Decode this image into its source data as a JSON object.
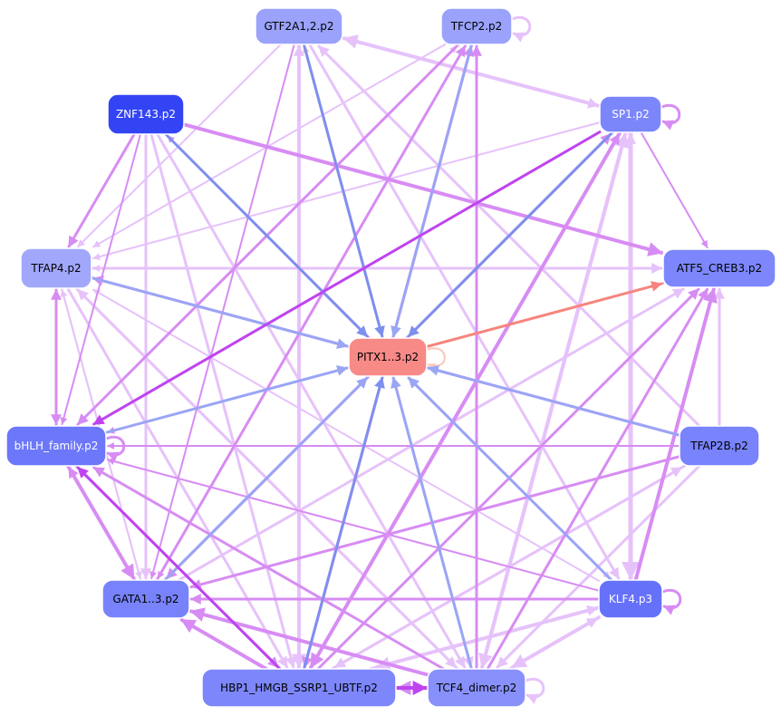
{
  "diagram": {
    "type": "directed-network",
    "nodes": [
      {
        "id": "GTF2A1",
        "label": "GTF2A1,2.p2",
        "color": "#9aa2fb",
        "text": "#000000"
      },
      {
        "id": "TFCP2",
        "label": "TFCP2.p2",
        "color": "#9aa2fb",
        "text": "#000000"
      },
      {
        "id": "SP1",
        "label": "SP1.p2",
        "color": "#7c86fb",
        "text": "#ffffff"
      },
      {
        "id": "ZNF143",
        "label": "ZNF143.p2",
        "color": "#3344f5",
        "text": "#ffffff"
      },
      {
        "id": "TFAP4",
        "label": "TFAP4.p2",
        "color": "#a1a8fb",
        "text": "#000000"
      },
      {
        "id": "ATF5",
        "label": "ATF5_CREB3.p2",
        "color": "#7d87fb",
        "text": "#000000"
      },
      {
        "id": "PITX1",
        "label": "PITX1..3.p2",
        "color": "#f78a87",
        "text": "#000000"
      },
      {
        "id": "BHLH",
        "label": "bHLH_family.p2",
        "color": "#6c77fa",
        "text": "#ffffff"
      },
      {
        "id": "TFAP2B",
        "label": "TFAP2B.p2",
        "color": "#7983fb",
        "text": "#000000"
      },
      {
        "id": "GATA1",
        "label": "GATA1..3.p2",
        "color": "#7883fb",
        "text": "#000000"
      },
      {
        "id": "KLF4",
        "label": "KLF4.p3",
        "color": "#6671fa",
        "text": "#ffffff"
      },
      {
        "id": "HBP1",
        "label": "HBP1_HMGB_SSRP1_UBTF.p2",
        "color": "#7d87fb",
        "text": "#000000"
      },
      {
        "id": "TCF4",
        "label": "TCF4_dimer.p2",
        "color": "#8890fb",
        "text": "#000000"
      }
    ],
    "edge_colors": {
      "light_violet": "#e6c2fa",
      "violet": "#d78cf3",
      "strong_violet": "#bf44ef",
      "blue": "#9aa5f5",
      "strong_blue": "#7f8fee",
      "salmon": "#f6857d",
      "peach": "#fac7b9"
    },
    "edges": [
      {
        "from": "GTF2A1",
        "to": "PITX1",
        "color": "strong_blue",
        "width": 3
      },
      {
        "from": "GTF2A1",
        "to": "GATA1",
        "color": "violet",
        "width": 2
      },
      {
        "from": "GTF2A1",
        "to": "HBP1",
        "color": "light_violet",
        "width": 4
      },
      {
        "from": "GTF2A1",
        "to": "TCF4",
        "color": "light_violet",
        "width": 3
      },
      {
        "from": "GTF2A1",
        "to": "KLF4",
        "color": "light_violet",
        "width": 3
      },
      {
        "from": "GTF2A1",
        "to": "TFAP4",
        "color": "light_violet",
        "width": 2
      },
      {
        "from": "GTF2A1",
        "to": "SP1",
        "color": "light_violet",
        "width": 3
      },
      {
        "from": "TFCP2",
        "to": "PITX1",
        "color": "blue",
        "width": 3
      },
      {
        "from": "TFCP2",
        "to": "BHLH",
        "color": "violet",
        "width": 3
      },
      {
        "from": "TFCP2",
        "to": "GATA1",
        "color": "violet",
        "width": 2
      },
      {
        "from": "TFCP2",
        "to": "HBP1",
        "color": "violet",
        "width": 3
      },
      {
        "from": "TFCP2",
        "to": "TFAP4",
        "color": "light_violet",
        "width": 2
      },
      {
        "from": "TFCP2",
        "to": "TFCP2",
        "color": "light_violet",
        "width": 3
      },
      {
        "from": "PITX1",
        "to": "TFCP2",
        "color": "peach",
        "width": 2
      },
      {
        "from": "PITX1",
        "to": "GTF2A1",
        "color": "peach",
        "width": 2
      },
      {
        "from": "PITX1",
        "to": "PITX1",
        "color": "peach",
        "width": 2
      },
      {
        "from": "SP1",
        "to": "GTF2A1",
        "color": "light_violet",
        "width": 4
      },
      {
        "from": "SP1",
        "to": "SP1",
        "color": "violet",
        "width": 3
      },
      {
        "from": "SP1",
        "to": "PITX1",
        "color": "strong_blue",
        "width": 3
      },
      {
        "from": "SP1",
        "to": "BHLH",
        "color": "strong_violet",
        "width": 3
      },
      {
        "from": "SP1",
        "to": "HBP1",
        "color": "violet",
        "width": 4
      },
      {
        "from": "SP1",
        "to": "TCF4",
        "color": "light_violet",
        "width": 4
      },
      {
        "from": "SP1",
        "to": "KLF4",
        "color": "light_violet",
        "width": 5
      },
      {
        "from": "SP1",
        "to": "ATF5",
        "color": "violet",
        "width": 2
      },
      {
        "from": "SP1",
        "to": "GATA1",
        "color": "violet",
        "width": 3
      },
      {
        "from": "SP1",
        "to": "TFAP4",
        "color": "light_violet",
        "width": 2
      },
      {
        "from": "ZNF143",
        "to": "PITX1",
        "color": "strong_blue",
        "width": 3
      },
      {
        "from": "ZNF143",
        "to": "TFAP4",
        "color": "violet",
        "width": 3
      },
      {
        "from": "ZNF143",
        "to": "BHLH",
        "color": "violet",
        "width": 2
      },
      {
        "from": "ZNF143",
        "to": "GATA1",
        "color": "light_violet",
        "width": 3
      },
      {
        "from": "ZNF143",
        "to": "HBP1",
        "color": "light_violet",
        "width": 3
      },
      {
        "from": "ZNF143",
        "to": "TCF4",
        "color": "light_violet",
        "width": 3
      },
      {
        "from": "ZNF143",
        "to": "ATF5",
        "color": "violet",
        "width": 4
      },
      {
        "from": "ZNF143",
        "to": "KLF4",
        "color": "light_violet",
        "width": 2
      },
      {
        "from": "TFAP4",
        "to": "PITX1",
        "color": "blue",
        "width": 3
      },
      {
        "from": "TFAP4",
        "to": "BHLH",
        "color": "violet",
        "width": 3
      },
      {
        "from": "TFAP4",
        "to": "HBP1",
        "color": "light_violet",
        "width": 3
      },
      {
        "from": "TFAP4",
        "to": "TCF4",
        "color": "light_violet",
        "width": 3
      },
      {
        "from": "TFAP4",
        "to": "ATF5",
        "color": "light_violet",
        "width": 3
      },
      {
        "from": "TFAP4",
        "to": "GATA1",
        "color": "light_violet",
        "width": 2
      },
      {
        "from": "ATF5",
        "to": "TFAP4",
        "color": "light_violet",
        "width": 2
      },
      {
        "from": "ATF5",
        "to": "BHLH",
        "color": "violet",
        "width": 2
      },
      {
        "from": "PITX1",
        "to": "ATF5",
        "color": "salmon",
        "width": 3
      },
      {
        "from": "BHLH",
        "to": "PITX1",
        "color": "blue",
        "width": 3
      },
      {
        "from": "BHLH",
        "to": "BHLH",
        "color": "violet",
        "width": 3
      },
      {
        "from": "BHLH",
        "to": "GATA1",
        "color": "violet",
        "width": 4
      },
      {
        "from": "BHLH",
        "to": "HBP1",
        "color": "violet",
        "width": 3
      },
      {
        "from": "BHLH",
        "to": "TFAP4",
        "color": "violet",
        "width": 3
      },
      {
        "from": "BHLH",
        "to": "TFCP2",
        "color": "light_violet",
        "width": 2
      },
      {
        "from": "TFAP2B",
        "to": "PITX1",
        "color": "blue",
        "width": 3
      },
      {
        "from": "TFAP2B",
        "to": "TFAP4",
        "color": "violet",
        "width": 3
      },
      {
        "from": "TFAP2B",
        "to": "BHLH",
        "color": "violet",
        "width": 2
      },
      {
        "from": "TFAP2B",
        "to": "GATA1",
        "color": "violet",
        "width": 3
      },
      {
        "from": "TFAP2B",
        "to": "HBP1",
        "color": "light_violet",
        "width": 3
      },
      {
        "from": "TFAP2B",
        "to": "TCF4",
        "color": "light_violet",
        "width": 3
      },
      {
        "from": "TFAP2B",
        "to": "ATF5",
        "color": "light_violet",
        "width": 3
      },
      {
        "from": "TFAP2B",
        "to": "GTF2A1",
        "color": "light_violet",
        "width": 3
      },
      {
        "from": "GATA1",
        "to": "PITX1",
        "color": "blue",
        "width": 3
      },
      {
        "from": "GATA1",
        "to": "BHLH",
        "color": "violet",
        "width": 3
      },
      {
        "from": "GATA1",
        "to": "TFAP4",
        "color": "light_violet",
        "width": 2
      },
      {
        "from": "GATA1",
        "to": "TFCP2",
        "color": "violet",
        "width": 3
      },
      {
        "from": "GATA1",
        "to": "SP1",
        "color": "violet",
        "width": 3
      },
      {
        "from": "GATA1",
        "to": "ATF5",
        "color": "light_violet",
        "width": 3
      },
      {
        "from": "KLF4",
        "to": "PITX1",
        "color": "blue",
        "width": 3
      },
      {
        "from": "KLF4",
        "to": "KLF4",
        "color": "violet",
        "width": 3
      },
      {
        "from": "KLF4",
        "to": "ATF5",
        "color": "violet",
        "width": 4
      },
      {
        "from": "KLF4",
        "to": "GATA1",
        "color": "violet",
        "width": 3
      },
      {
        "from": "KLF4",
        "to": "HBP1",
        "color": "light_violet",
        "width": 4
      },
      {
        "from": "KLF4",
        "to": "TCF4",
        "color": "light_violet",
        "width": 4
      },
      {
        "from": "KLF4",
        "to": "BHLH",
        "color": "violet",
        "width": 2
      },
      {
        "from": "KLF4",
        "to": "ZNF143",
        "color": "violet",
        "width": 2
      },
      {
        "from": "KLF4",
        "to": "SP1",
        "color": "light_violet",
        "width": 3
      },
      {
        "from": "KLF4",
        "to": "TFAP4",
        "color": "light_violet",
        "width": 2
      },
      {
        "from": "HBP1",
        "to": "PITX1",
        "color": "strong_blue",
        "width": 3
      },
      {
        "from": "HBP1",
        "to": "TCF4",
        "color": "strong_violet",
        "width": 4
      },
      {
        "from": "HBP1",
        "to": "BHLH",
        "color": "strong_violet",
        "width": 3
      },
      {
        "from": "HBP1",
        "to": "GATA1",
        "color": "violet",
        "width": 4
      },
      {
        "from": "HBP1",
        "to": "TFCP2",
        "color": "violet",
        "width": 3
      },
      {
        "from": "HBP1",
        "to": "SP1",
        "color": "violet",
        "width": 3
      },
      {
        "from": "HBP1",
        "to": "ATF5",
        "color": "violet",
        "width": 3
      },
      {
        "from": "HBP1",
        "to": "GTF2A1",
        "color": "light_violet",
        "width": 3
      },
      {
        "from": "HBP1",
        "to": "TFAP2B",
        "color": "light_violet",
        "width": 3
      },
      {
        "from": "HBP1",
        "to": "KLF4",
        "color": "light_violet",
        "width": 3
      },
      {
        "from": "TCF4",
        "to": "PITX1",
        "color": "blue",
        "width": 3
      },
      {
        "from": "TCF4",
        "to": "TCF4",
        "color": "light_violet",
        "width": 3
      },
      {
        "from": "TCF4",
        "to": "HBP1",
        "color": "violet",
        "width": 4
      },
      {
        "from": "TCF4",
        "to": "GATA1",
        "color": "violet",
        "width": 4
      },
      {
        "from": "TCF4",
        "to": "BHLH",
        "color": "violet",
        "width": 3
      },
      {
        "from": "TCF4",
        "to": "TFCP2",
        "color": "violet",
        "width": 3
      },
      {
        "from": "TCF4",
        "to": "SP1",
        "color": "light_violet",
        "width": 4
      },
      {
        "from": "TCF4",
        "to": "ATF5",
        "color": "violet",
        "width": 3
      },
      {
        "from": "TCF4",
        "to": "KLF4",
        "color": "light_violet",
        "width": 3
      },
      {
        "from": "TCF4",
        "to": "TFAP4",
        "color": "light_violet",
        "width": 3
      }
    ]
  }
}
